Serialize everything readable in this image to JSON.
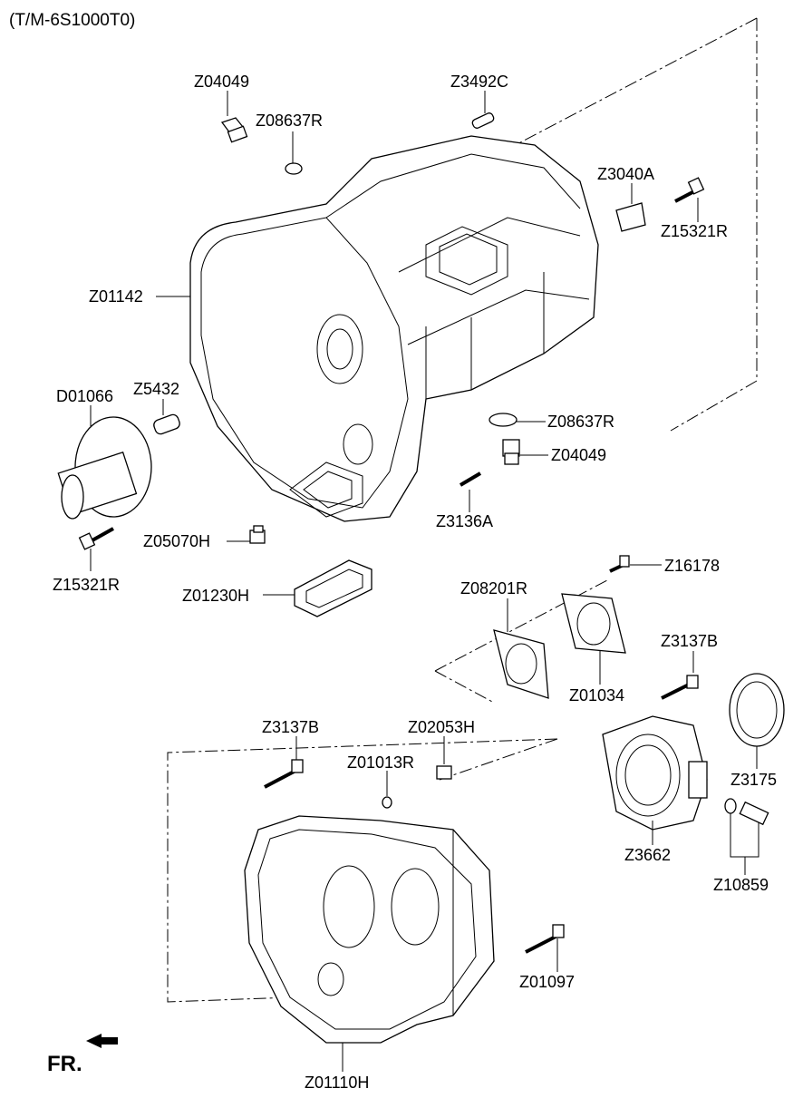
{
  "header": "(T/M-6S1000T0)",
  "fr_label": "FR.",
  "labels": {
    "z04049_top": "Z04049",
    "z08637r_top": "Z08637R",
    "z3492c": "Z3492C",
    "z3040a": "Z3040A",
    "z15321r_right": "Z15321R",
    "z01142": "Z01142",
    "d01066": "D01066",
    "z5432": "Z5432",
    "z08637r_bottom": "Z08637R",
    "z04049_bottom": "Z04049",
    "z3136a": "Z3136A",
    "z05070h": "Z05070H",
    "z15321r_left": "Z15321R",
    "z01230h": "Z01230H",
    "z16178": "Z16178",
    "z08201r": "Z08201R",
    "z01034": "Z01034",
    "z3137b_right": "Z3137B",
    "z3137b_left": "Z3137B",
    "z02053h": "Z02053H",
    "z01013r": "Z01013R",
    "z3175": "Z3175",
    "z3662": "Z3662",
    "z10859": "Z10859",
    "z01097": "Z01097",
    "z01110h": "Z01110H"
  }
}
